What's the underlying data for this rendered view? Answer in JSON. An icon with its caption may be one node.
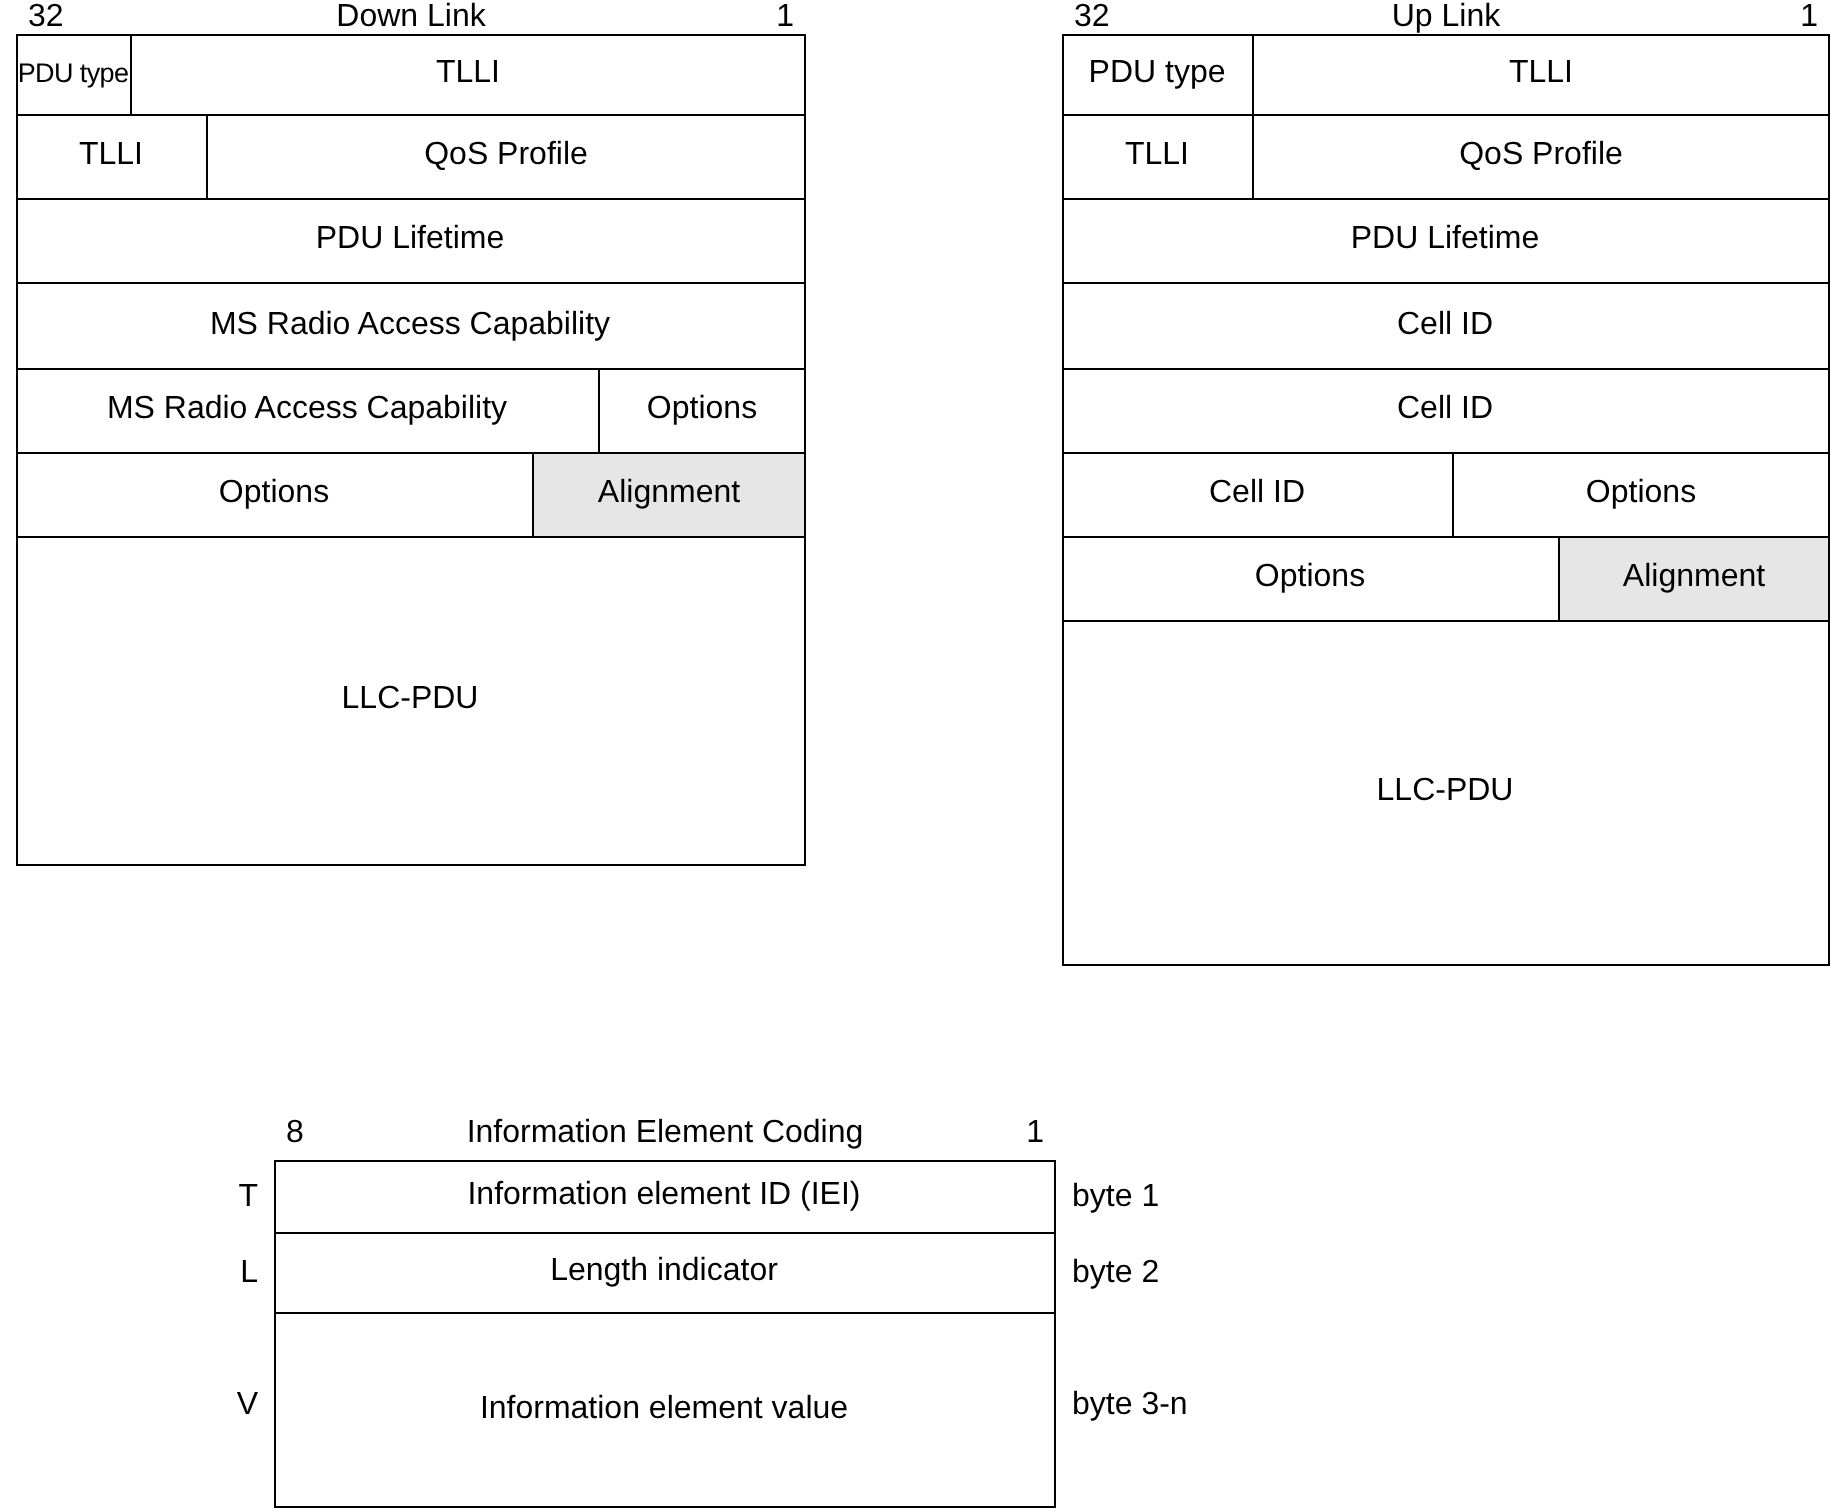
{
  "diagram": {
    "nodes": [
      {
        "text": [
          "32",
          "Down Link",
          "1"
        ]
      },
      {
        "text": [
          "PDU type"
        ],
        "in": 0
      },
      {
        "text": [
          "TLLI"
        ],
        "in": 0
      },
      {
        "text": [
          "TLLI"
        ],
        "in": 0
      },
      {
        "text": [
          "QoS Profile"
        ],
        "in": 0
      },
      {
        "text": [
          "PDU Lifetime"
        ],
        "in": 0
      },
      {
        "text": [
          "MS Radio Access Capability"
        ],
        "in": 0
      },
      {
        "text": [
          "MS Radio Access Capability"
        ],
        "in": 0
      },
      {
        "text": [
          "Options"
        ],
        "in": 0
      },
      {
        "text": [
          "Options"
        ],
        "in": 0
      },
      {
        "text": [
          "Alignment"
        ],
        "in": 0
      },
      {
        "text": [
          "LLC-PDU"
        ],
        "in": 0
      },
      {
        "text": [
          "32",
          "Up Link",
          "1"
        ]
      },
      {
        "text": [
          "PDU type"
        ],
        "in": 12
      },
      {
        "text": [
          "TLLI"
        ],
        "in": 12
      },
      {
        "text": [
          "TLLI"
        ],
        "in": 12
      },
      {
        "text": [
          "QoS Profile"
        ],
        "in": 12
      },
      {
        "text": [
          "PDU Lifetime"
        ],
        "in": 12
      },
      {
        "text": [
          "Cell ID"
        ],
        "in": 12
      },
      {
        "text": [
          "Cell ID"
        ],
        "in": 12
      },
      {
        "text": [
          "Cell ID"
        ],
        "in": 12
      },
      {
        "text": [
          "Options"
        ],
        "in": 12
      },
      {
        "text": [
          "Options"
        ],
        "in": 12
      },
      {
        "text": [
          "Alignment"
        ],
        "in": 12
      },
      {
        "text": [
          "LLC-PDU"
        ],
        "in": 12
      },
      {
        "text": [
          "8",
          "Information Element Coding",
          "1"
        ]
      },
      {
        "text": [
          "Information element ID (IEI)"
        ],
        "in": 25,
        "beside": [
          "T",
          "byte 1"
        ]
      },
      {
        "text": [
          "Length indicator"
        ],
        "in": 25,
        "beside": [
          "L",
          "byte 2"
        ]
      },
      {
        "text": [
          "Information element value"
        ],
        "in": 25,
        "beside": [
          "V",
          "byte 3-n"
        ]
      }
    ]
  }
}
